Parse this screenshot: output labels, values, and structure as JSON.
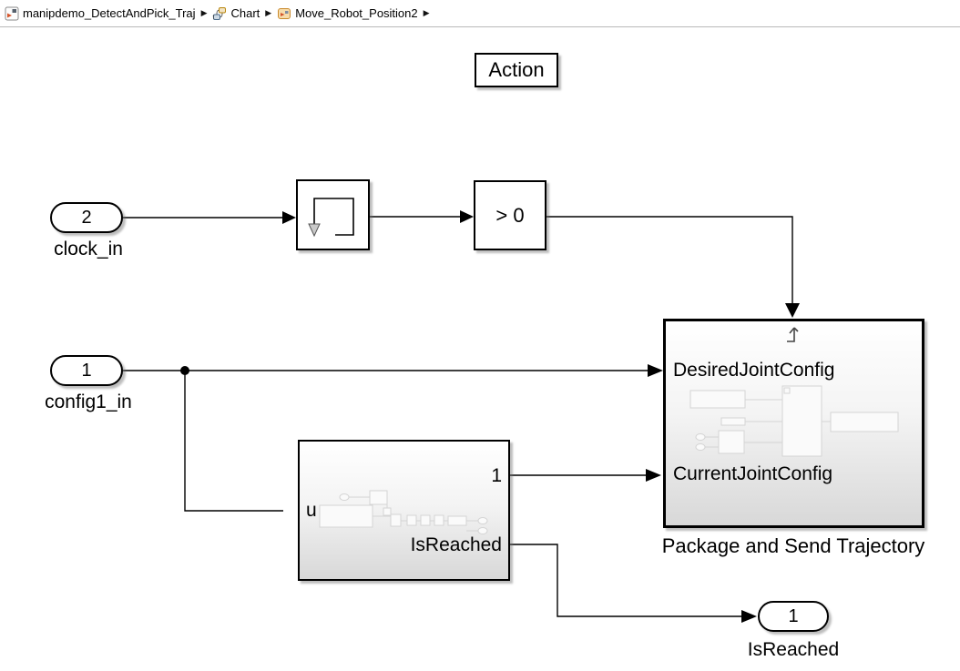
{
  "breadcrumb": {
    "separator": "▶",
    "items": [
      {
        "label": "manipdemo_DetectAndPick_Traj",
        "icon": "simulink-model-icon"
      },
      {
        "label": "Chart",
        "icon": "stateflow-chart-icon"
      },
      {
        "label": "Move_Robot_Position2",
        "icon": "subsystem-icon"
      }
    ]
  },
  "diagram": {
    "action_label": "Action",
    "clock_inport": {
      "number": "2",
      "name": "clock_in"
    },
    "config_inport": {
      "number": "1",
      "name": "config1_in"
    },
    "memory_block": {
      "icon": "memory-loop-icon"
    },
    "compare_block": {
      "label": "> 0"
    },
    "robot_subsystem": {
      "input_label": "u",
      "output1_label": "1",
      "output2_label": "IsReached"
    },
    "package_subsystem": {
      "name": "Package and Send Trajectory",
      "trigger_icon": "trigger-icon",
      "input1_label": "DesiredJointConfig",
      "input2_label": "CurrentJointConfig"
    },
    "isreached_outport": {
      "number": "1",
      "name": "IsReached"
    }
  },
  "colors": {
    "wire": "#000000",
    "block_border": "#000000",
    "gradient_top": "#ffffff",
    "gradient_bottom": "#d8d8d8",
    "preview_stroke": "#d4d4d4",
    "subsystem_icon_orange": "#e8a33d",
    "model_icon_red": "#d4542a",
    "chart_icon_blue": "#5a7a9a",
    "shadow": "rgba(110,110,110,0.45)"
  }
}
